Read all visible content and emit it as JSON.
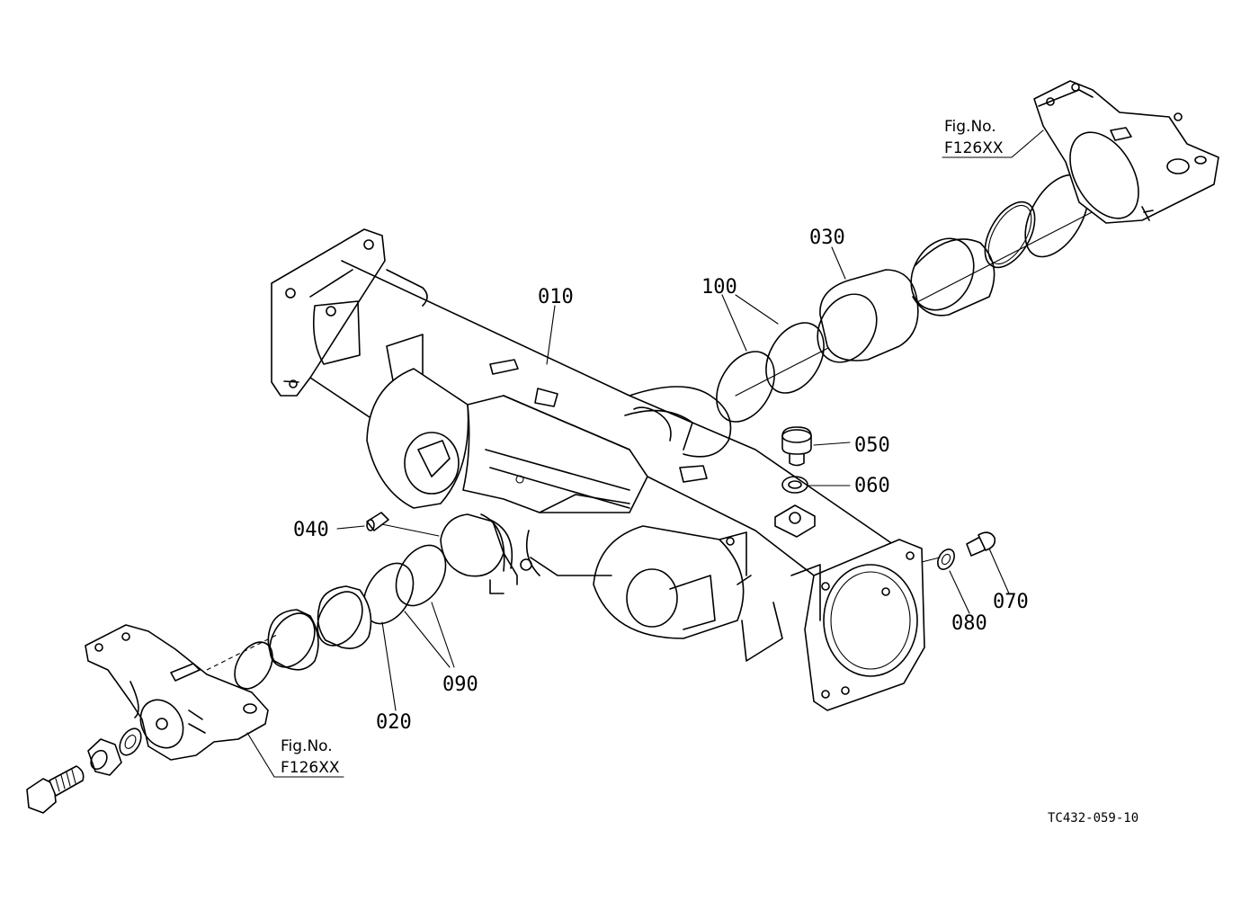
{
  "parts": {
    "p010": "010",
    "p020": "020",
    "p030": "030",
    "p040": "040",
    "p050": "050",
    "p060": "060",
    "p070": "070",
    "p080": "080",
    "p090": "090",
    "p100": "100"
  },
  "figure_refs": {
    "top_right": {
      "label": "Fig.No.",
      "number": "F126XX"
    },
    "bottom_left": {
      "label": "Fig.No.",
      "number": "F126XX"
    }
  },
  "drawing_code": "TC432-059-10"
}
